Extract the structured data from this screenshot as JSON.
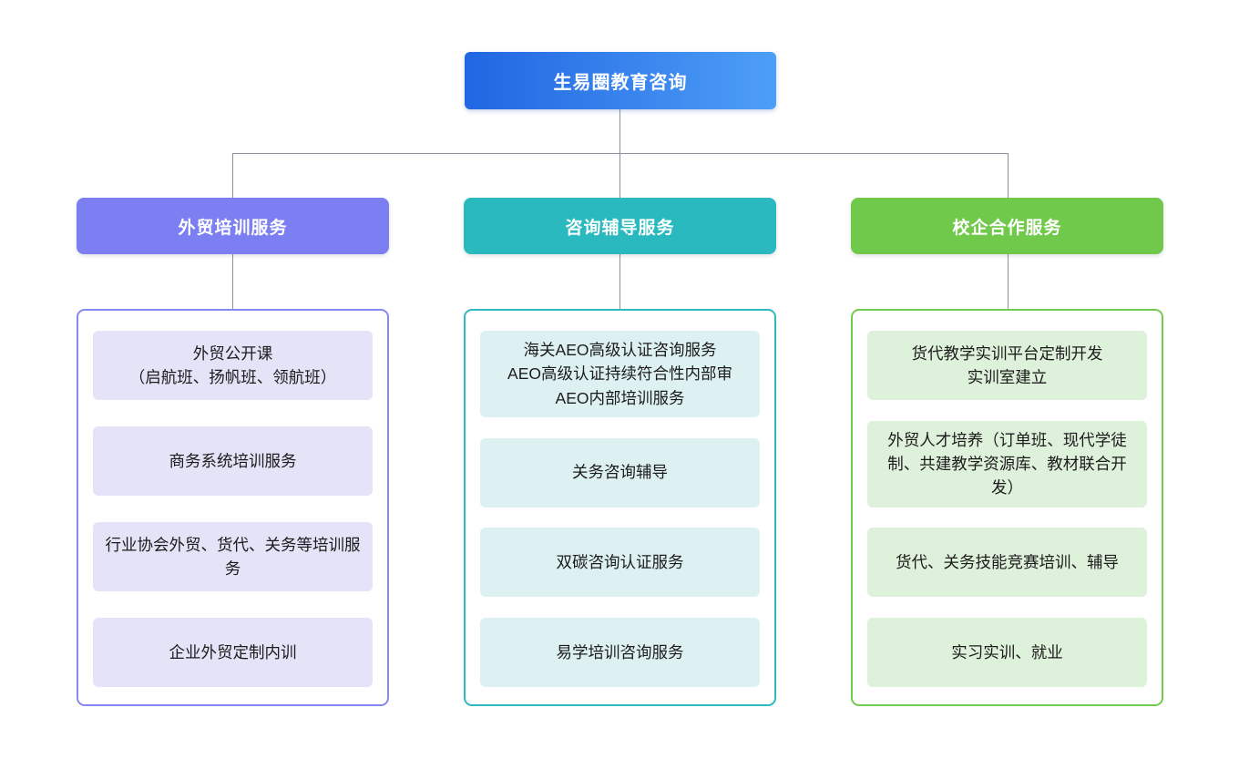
{
  "diagram": {
    "root": {
      "label": "生易圈教育咨询",
      "gradient": [
        "#2166e2",
        "#4d9ef7"
      ]
    },
    "connector_color": "#8b9299",
    "branches": [
      {
        "label": "外贸培训服务",
        "header_color": "#7c7ff1",
        "border_color": "#8588f0",
        "item_bg": "#e4e3f8",
        "items": [
          "外贸公开课\n（启航班、扬帆班、领航班）",
          "商务系统培训服务",
          "行业协会外贸、货代、关务等培训服务",
          "企业外贸定制内训"
        ]
      },
      {
        "label": "咨询辅导服务",
        "header_color": "#2ab9be",
        "border_color": "#2fbabf",
        "item_bg": "#def1f2",
        "items": [
          "海关AEO高级认证咨询服务\nAEO高级认证持续符合性内部审\nAEO内部培训服务",
          "关务咨询辅导",
          "双碳咨询认证服务",
          "易学培训咨询服务"
        ]
      },
      {
        "label": "校企合作服务",
        "header_color": "#70c94a",
        "border_color": "#74ca4d",
        "item_bg": "#def1da",
        "items": [
          "货代教学实训平台定制开发\n实训室建立",
          "外贸人才培养（订单班、现代学徒制、共建教学资源库、教材联合开发）",
          "货代、关务技能竞赛培训、辅导",
          "实习实训、就业"
        ]
      }
    ]
  }
}
